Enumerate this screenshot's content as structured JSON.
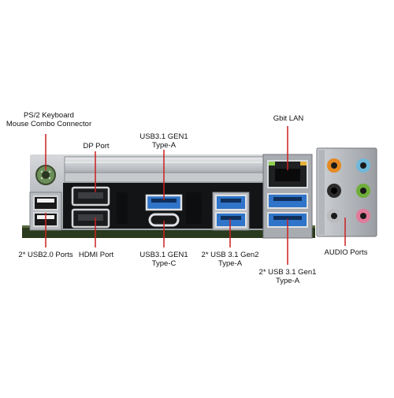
{
  "labels": {
    "ps2": [
      "PS/2 Keyboard",
      "Mouse Combo Connector"
    ],
    "dp": "DP Port",
    "usb31_gen1_a": [
      "USB3.1 GEN1",
      "Type-A"
    ],
    "gbit_lan": "Gbit LAN",
    "usb20": "2* USB2.0 Ports",
    "hdmi": "HDMI Port",
    "usb31_gen1_c": [
      "USB3.1 GEN1",
      "Type-C"
    ],
    "usb31_gen2": [
      "2* USB 3.1 Gen2",
      "Type-A"
    ],
    "usb31_gen1_pair": [
      "2* USB 3.1 Gen1",
      "Type-A"
    ],
    "audio": "AUDIO Ports"
  },
  "colors": {
    "leader_line": "#cc1f1f",
    "pcb": "#2a3a1e",
    "shield": "#b9bcc0",
    "usb3_blue": "#2f74c8",
    "ps2_green": "#6c8f5a"
  }
}
